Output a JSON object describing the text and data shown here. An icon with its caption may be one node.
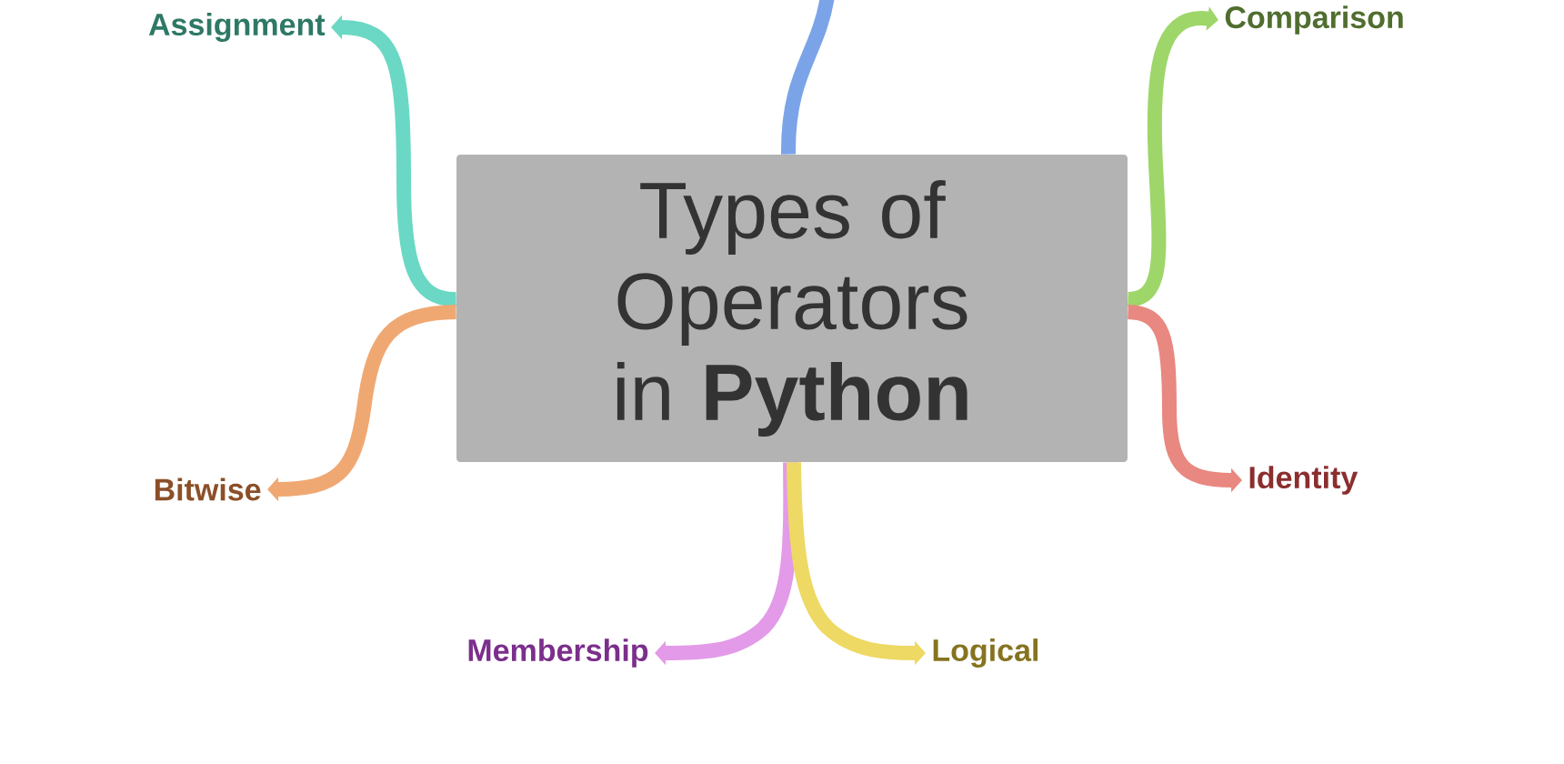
{
  "diagram": {
    "nodes": [
      {
        "text": [
          "Types of Operators in **Python**"
        ]
      },
      {
        "text": [
          "Assignment"
        ]
      },
      {
        "text": [
          "Comparison"
        ]
      },
      {
        "text": [
          "Bitwise"
        ]
      },
      {
        "text": [
          "Identity"
        ]
      },
      {
        "text": [
          "Membership"
        ]
      },
      {
        "text": [
          "Logical"
        ]
      }
    ],
    "edges": [
      {
        "from": 0,
        "to": null,
        "arrow": "none",
        "color": "#7ba4e8"
      },
      {
        "from": 0,
        "to": 1,
        "arrow": "to",
        "color": "#6ad8c4"
      },
      {
        "from": 0,
        "to": 2,
        "arrow": "to",
        "color": "#9ed66a"
      },
      {
        "from": 0,
        "to": 3,
        "arrow": "to",
        "color": "#f0a872"
      },
      {
        "from": 0,
        "to": 4,
        "arrow": "to",
        "color": "#e88880"
      },
      {
        "from": 0,
        "to": 5,
        "arrow": "to",
        "color": "#e39ae8"
      },
      {
        "from": 0,
        "to": 6,
        "arrow": "to",
        "color": "#edd963"
      }
    ]
  }
}
